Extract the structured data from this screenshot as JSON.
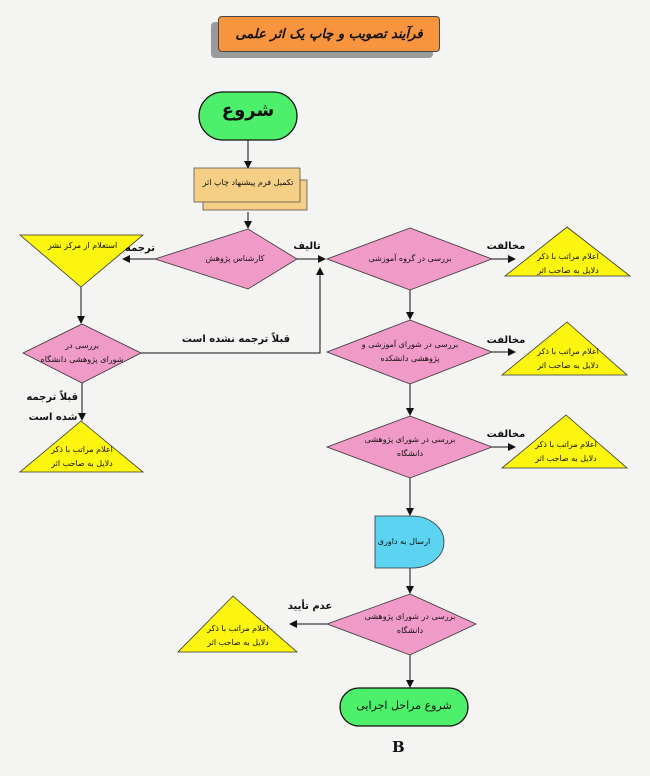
{
  "title": "فرآیند تصویب و چاپ یک اثر علمی",
  "colors": {
    "terminal": "#4cf06a",
    "document": "#f6cf86",
    "decision": "#f09ac7",
    "reject": "#fbf510",
    "delay": "#5cd3f0",
    "title_box": "#f7943d",
    "line": "#111111"
  },
  "nodes": {
    "start": "شروع",
    "proposal_form": "تکمیل فرم پیشنهاد چاپ اثر",
    "research_expert": "کارشناس پژوهش",
    "inquiry": "استعلام از مرکز نشر",
    "univ_council_translation": [
      "بررسی در",
      "شورای پژوهشی دانشگاه"
    ],
    "reject_translated": [
      "اعلام مراتب با ذکر",
      "دلایل به صاحب اثر"
    ],
    "dept_review": "بررسی در گروه آموزشی",
    "reject_dept": [
      "اعلام مراتب با ذکر",
      "دلایل به صاحب   اثر"
    ],
    "faculty_review": [
      "بررسی در شورای آموزشی و",
      "پژوهشی دانشکده"
    ],
    "reject_faculty": [
      "اعلام مراتب با ذکر",
      "دلایل به صاحب اثر"
    ],
    "univ_review": [
      "بررسی در شورای پژوهشی",
      "دانشگاه"
    ],
    "reject_univ": [
      "اعلام مراتب با ذکر",
      "دلایل به صاحب  اثر"
    ],
    "send_review": "ارسال به داوری",
    "final_review": [
      "بررسی در شورای پژوهشی",
      "دانشگاه"
    ],
    "reject_final": [
      "اعلام مراتب با ذکر",
      "دلایل به صاحب   اثر"
    ],
    "end": "شروع مراحل  اجرایی"
  },
  "edge_labels": {
    "translation": "ترجمه",
    "authorship": "تالیف",
    "not_translated": "قبلاً ترجمه نشده است",
    "already_translated": [
      "قبلاً ترجمه",
      "شده است"
    ],
    "opposition_1": "مخالفت",
    "opposition_2": "مخالفت",
    "opposition_3": "مخالفت",
    "not_approved": "عدم تأیید"
  },
  "footer": "B"
}
